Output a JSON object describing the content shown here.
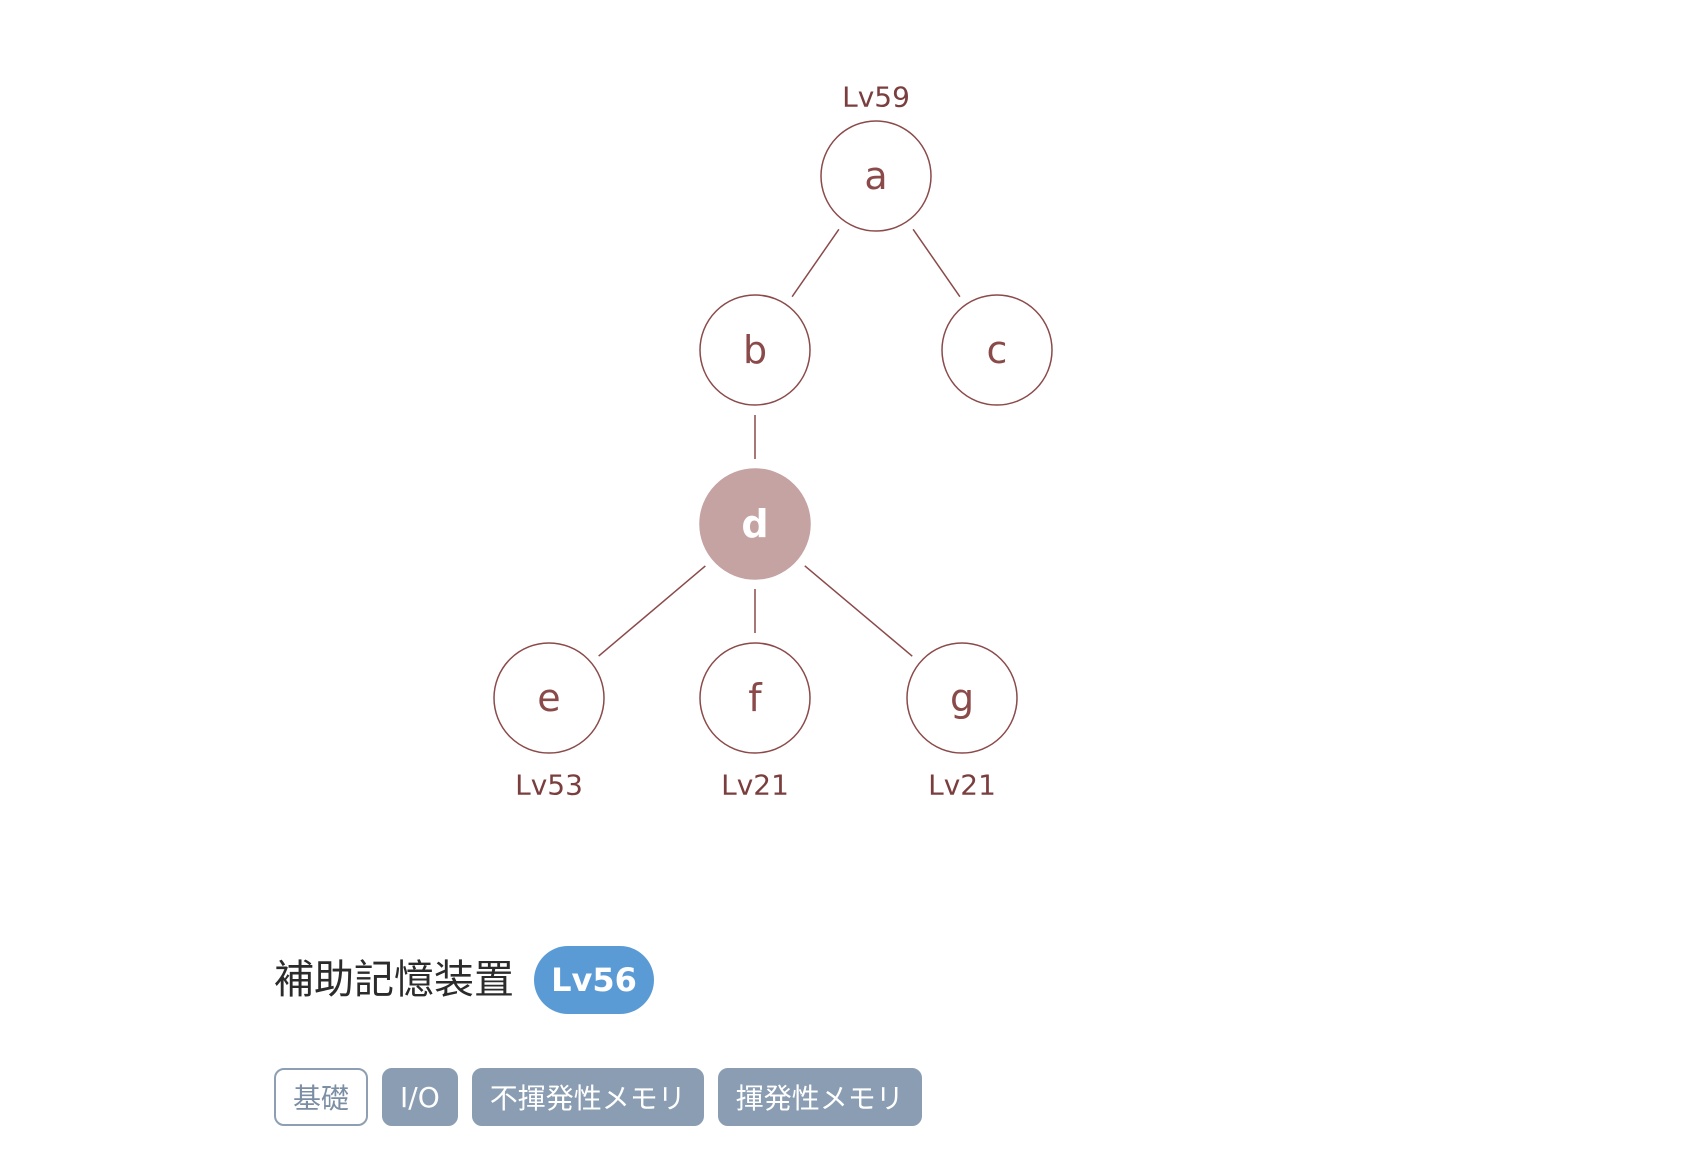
{
  "colors": {
    "node_stroke": "#8b4a4a",
    "node_text": "#8b4a4a",
    "edge": "#8b4a4a",
    "level_text": "#7a3e3e",
    "selected_fill": "#c5a3a2",
    "selected_text": "#ffffff",
    "badge_bg": "#5b9bd5",
    "tag_filled_bg": "#8a9db3",
    "tag_outline": "#8e9fb4",
    "title_text": "#2b2b2b"
  },
  "tree": {
    "nodes": [
      {
        "id": "a",
        "label": "a",
        "level_label": "Lv59",
        "level_position": "above",
        "selected": false
      },
      {
        "id": "b",
        "label": "b",
        "level_label": "",
        "level_position": "",
        "selected": false
      },
      {
        "id": "c",
        "label": "c",
        "level_label": "",
        "level_position": "",
        "selected": false
      },
      {
        "id": "d",
        "label": "d",
        "level_label": "",
        "level_position": "",
        "selected": true
      },
      {
        "id": "e",
        "label": "e",
        "level_label": "Lv53",
        "level_position": "below",
        "selected": false
      },
      {
        "id": "f",
        "label": "f",
        "level_label": "Lv21",
        "level_position": "below",
        "selected": false
      },
      {
        "id": "g",
        "label": "g",
        "level_label": "Lv21",
        "level_position": "below",
        "selected": false
      }
    ],
    "edges": [
      {
        "from": "a",
        "to": "b"
      },
      {
        "from": "a",
        "to": "c"
      },
      {
        "from": "b",
        "to": "d"
      },
      {
        "from": "d",
        "to": "e"
      },
      {
        "from": "d",
        "to": "f"
      },
      {
        "from": "d",
        "to": "g"
      }
    ]
  },
  "detail": {
    "title": "補助記憶装置",
    "level_badge": "Lv56",
    "tags": [
      {
        "label": "基礎",
        "style": "outlined"
      },
      {
        "label": "I/O",
        "style": "filled"
      },
      {
        "label": "不揮発性メモリ",
        "style": "filled"
      },
      {
        "label": "揮発性メモリ",
        "style": "filled"
      }
    ]
  }
}
